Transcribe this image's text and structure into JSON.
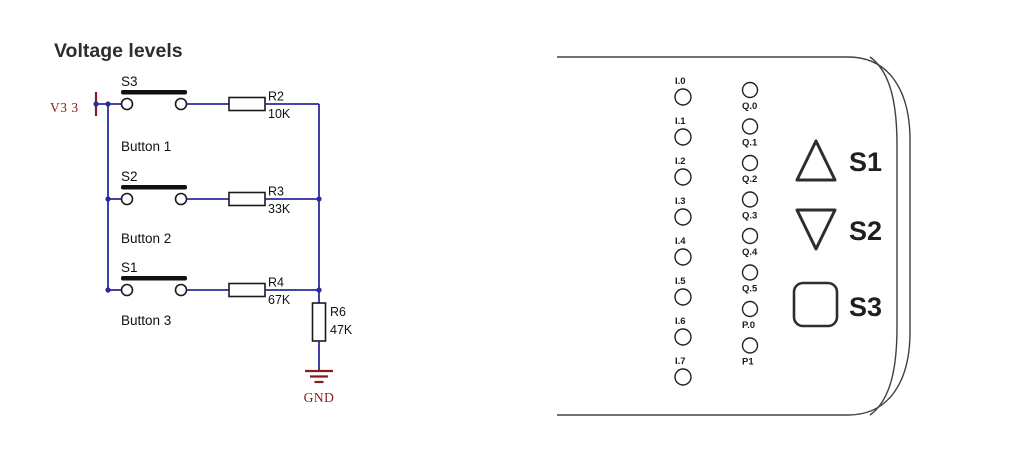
{
  "title": "Voltage levels",
  "circuit": {
    "supply_label": "V3 3",
    "ground_label": "GND",
    "rows": [
      {
        "switch_label": "S3",
        "button_label": "Button 1",
        "resistor_name": "R2",
        "resistor_value": "10K"
      },
      {
        "switch_label": "S2",
        "button_label": "Button 2",
        "resistor_name": "R3",
        "resistor_value": "33K"
      },
      {
        "switch_label": "S1",
        "button_label": "Button 3",
        "resistor_name": "R4",
        "resistor_value": "67K"
      }
    ],
    "pulldown_resistor": {
      "name": "R6",
      "value": "47K"
    },
    "colors": {
      "wire": "#2b2b9e",
      "accent": "#8b1a1a",
      "outline": "#1a1a1a"
    }
  },
  "panel": {
    "input_labels": [
      "I.0",
      "I.1",
      "I.2",
      "I.3",
      "I.4",
      "I.5",
      "I.6",
      "I.7"
    ],
    "output_labels": [
      "Q.0",
      "Q.1",
      "Q.2",
      "Q.3",
      "Q.4",
      "Q.5",
      "P.0",
      "P1"
    ],
    "buttons": [
      {
        "label": "S1",
        "shape": "triangle-up"
      },
      {
        "label": "S2",
        "shape": "triangle-down"
      },
      {
        "label": "S3",
        "shape": "rounded-square"
      }
    ]
  }
}
